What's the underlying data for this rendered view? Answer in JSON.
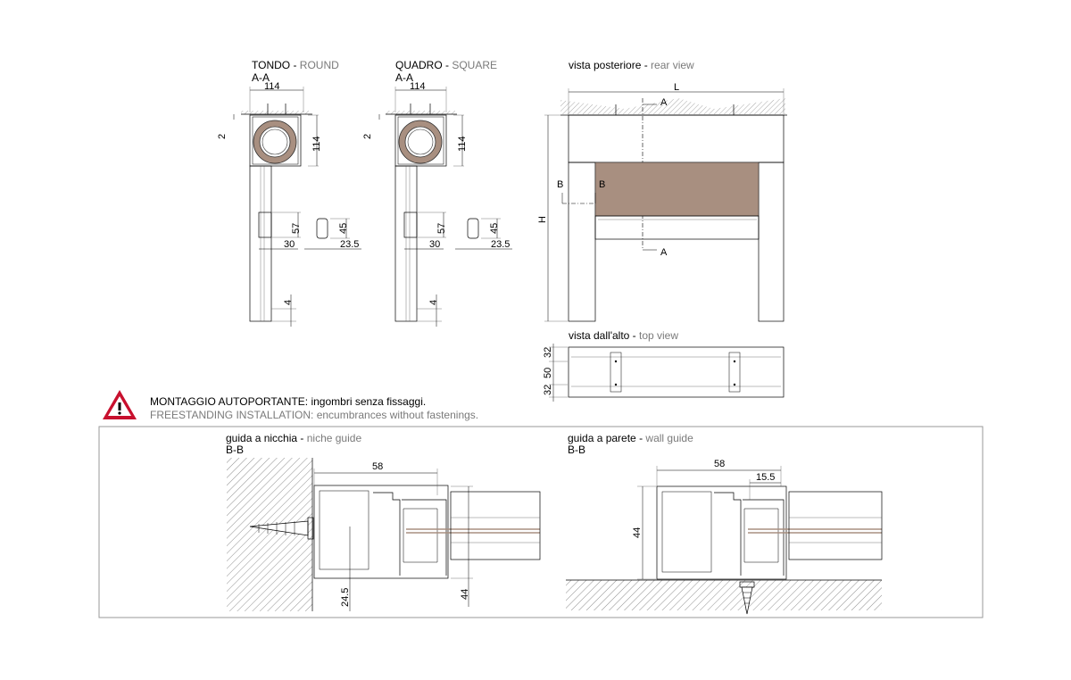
{
  "sections": {
    "round": {
      "label_it": "TONDO - ",
      "label_en": "ROUND",
      "section": "A-A"
    },
    "square": {
      "label_it": "QUADRO - ",
      "label_en": "SQUARE",
      "section": "A-A"
    },
    "rear": {
      "label_it": "vista posteriore - ",
      "label_en": "rear view"
    },
    "top": {
      "label_it": "vista dall'alto - ",
      "label_en": "top view"
    },
    "niche": {
      "label_it": "guida a nicchia - ",
      "label_en": "niche guide",
      "section": "B-B"
    },
    "wall": {
      "label_it": "guida a parete - ",
      "label_en": "wall guide",
      "section": "B-B"
    }
  },
  "dims": {
    "box_width": "114",
    "box_height": "114",
    "gap": "2",
    "guide_h": "57",
    "guide_w": "30",
    "clip_h": "45",
    "clip_w": "23.5",
    "foot": "4",
    "L": "L",
    "H": "H",
    "A": "A",
    "B": "B",
    "top_32a": "32",
    "top_50": "50",
    "top_32b": "32",
    "niche_58": "58",
    "niche_245": "24.5",
    "niche_44": "44",
    "wall_58": "58",
    "wall_155": "15.5",
    "wall_44": "44"
  },
  "warning": {
    "icon": "warning-triangle-icon",
    "line_it": "MONTAGGIO AUTOPORTANTE: ingombri senza fissaggi.",
    "line_en": "FREESTANDING INSTALLATION: encumbrances without fastenings."
  },
  "colors": {
    "fabric": "#a88f80",
    "warning_red": "#c8102e",
    "frame": "#9a9a9a"
  }
}
